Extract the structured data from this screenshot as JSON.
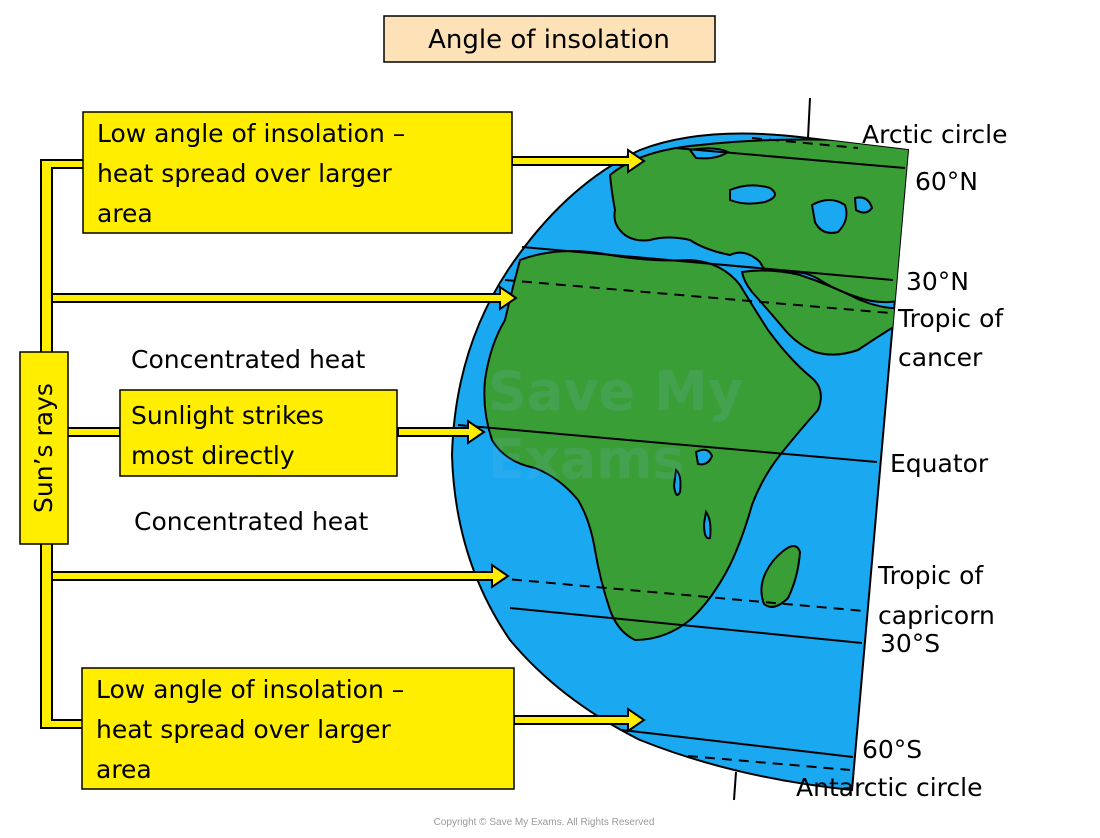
{
  "title": "Angle of insolation",
  "side_label": "Sun’s rays",
  "callouts": {
    "top": [
      "Low angle of insolation –",
      "heat spread over larger",
      "area"
    ],
    "middle": [
      "Sunlight strikes",
      "most directly"
    ],
    "bottom": [
      "Low angle of insolation –",
      "heat spread over larger",
      "area"
    ]
  },
  "annotations": {
    "concentrated_upper": "Concentrated heat",
    "concentrated_lower": "Concentrated heat"
  },
  "latitudes": {
    "arctic_circle": "Arctic circle",
    "lat_60n": "60°N",
    "lat_30n": "30°N",
    "tropic_cancer": [
      "Tropic of",
      "cancer"
    ],
    "equator": "Equator",
    "tropic_capricorn": [
      "Tropic of",
      "capricorn"
    ],
    "lat_30s": "30°S",
    "lat_60s": "60°S",
    "antarctic_circle": "Antarctic circle"
  },
  "watermark": [
    "Save My",
    "Exams"
  ],
  "copyright": "Copyright © Save My Exams. All Rights Reserved",
  "colors": {
    "callout_fill": "#ffee00",
    "title_fill": "#fde2b8",
    "ocean": "#1aa8f0",
    "land": "#3a9e37",
    "outline": "#000000"
  }
}
